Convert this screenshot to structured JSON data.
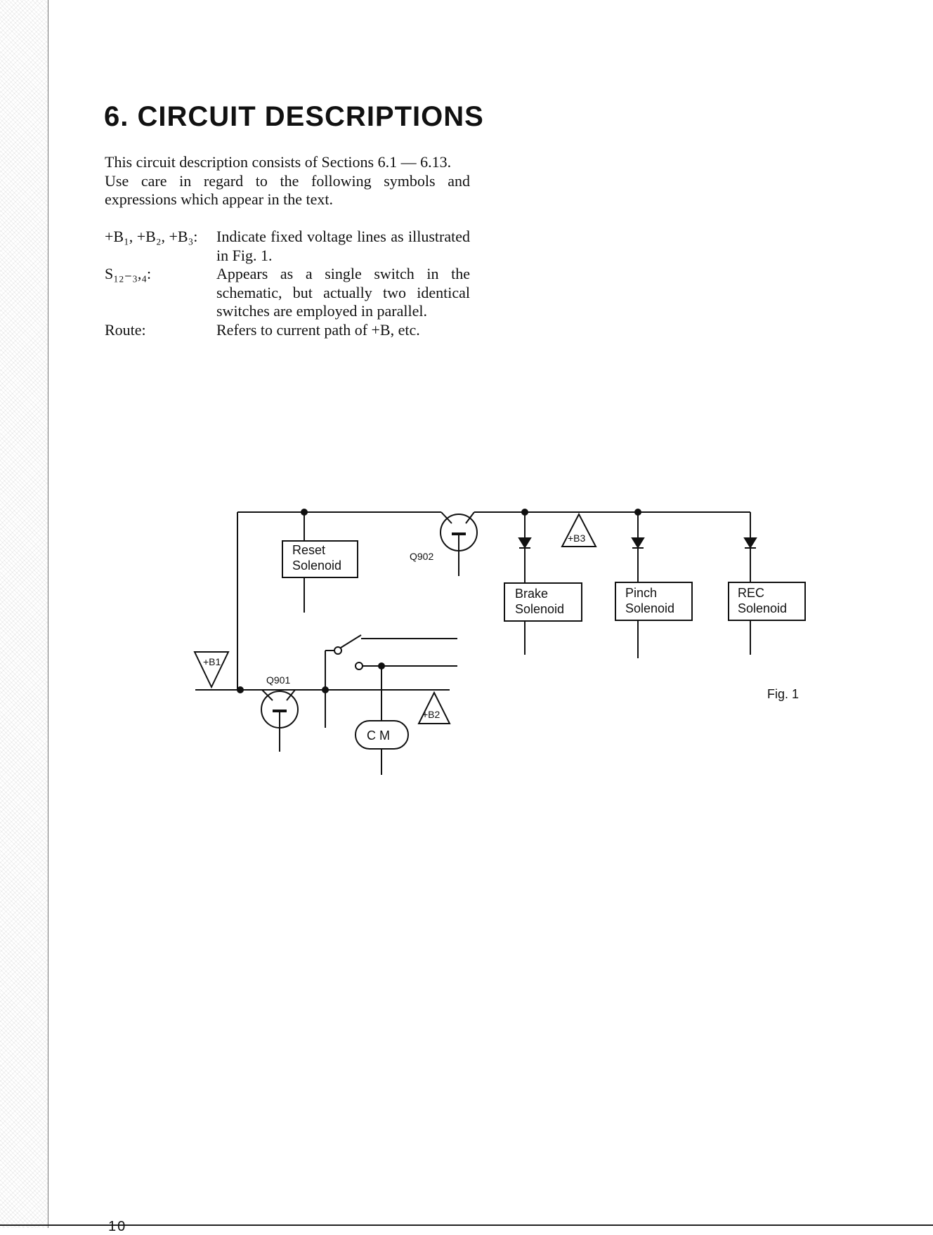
{
  "heading": "6. CIRCUIT DESCRIPTIONS",
  "intro": [
    "This circuit description consists of Sections 6.1 — 6.13.",
    "Use care in regard to the following symbols and expressions which appear in the text."
  ],
  "definitions": [
    {
      "term": "+B₁, +B₂, +B₃:",
      "text": "Indicate fixed voltage lines as illustrated in Fig. 1."
    },
    {
      "term": "S₁₂₋₃,₄:",
      "text": "Appears as a single switch in the schematic, but actually two identical switches are employed in parallel."
    },
    {
      "term": "Route:",
      "text": "Refers to current path of +B, etc."
    }
  ],
  "schematic": {
    "reset_solenoid": [
      "Reset",
      "Solenoid"
    ],
    "brake_solenoid": [
      "Brake",
      "Solenoid"
    ],
    "pinch_solenoid": [
      "Pinch",
      "Solenoid"
    ],
    "rec_solenoid": [
      "REC",
      "Solenoid"
    ],
    "q901": "Q901",
    "q902": "Q902",
    "b1": "+B1",
    "b2": "+B2",
    "b3": "+B3",
    "motor": "C M"
  },
  "figure_caption": "Fig. 1",
  "page_number": "10"
}
